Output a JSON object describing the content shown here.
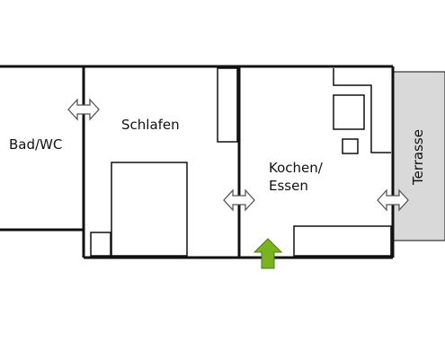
{
  "rooms": {
    "bathroom": "Bad/WC",
    "bedroom": "Schlafen",
    "kitchen_line1": "Kochen/",
    "kitchen_line2": "Essen",
    "terrace": "Terrasse"
  },
  "colors": {
    "wall": "#111111",
    "terrace_fill": "#d9d9d9",
    "entrance_arrow": "#7ab320",
    "door_arrow_fill": "#ffffff"
  },
  "icons": {
    "door_symbol": "double-arrow-icon",
    "entrance_symbol": "up-arrow-icon"
  }
}
